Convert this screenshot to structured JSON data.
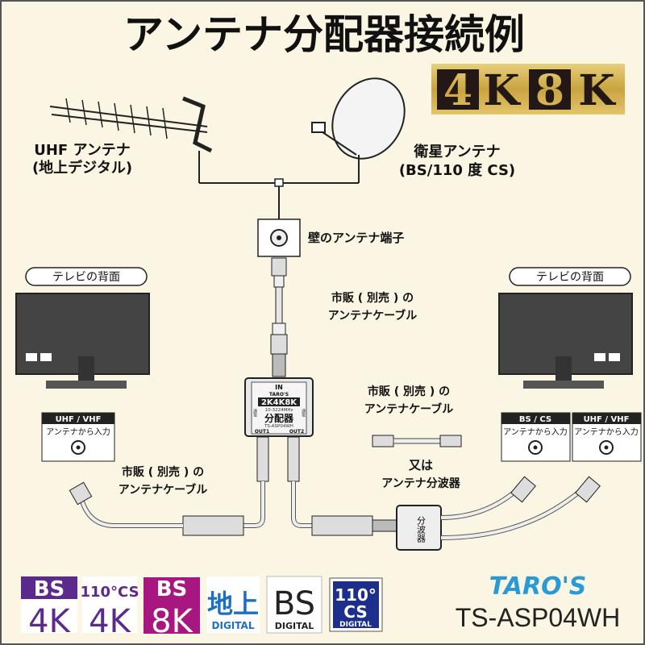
{
  "title": "アンテナ分配器接続例",
  "badge_4k8k": {
    "a": "4",
    "b": "K",
    "c": "8",
    "d": "K"
  },
  "uhf_antenna": {
    "line1": "UHF アンテナ",
    "line2": "(地上デジタル)"
  },
  "sat_antenna": {
    "line1": "衛星アンテナ",
    "line2": "(BS/110 度 CS)"
  },
  "wall_terminal": "壁のアンテナ端子",
  "cable_label_top": {
    "line1": "市販 ( 別売 ) の",
    "line2": "アンテナケーブル"
  },
  "cable_label_left": {
    "line1": "市販 ( 別売 ) の",
    "line2": "アンテナケーブル"
  },
  "cable_label_right": {
    "line1": "市販 ( 別売 ) の",
    "line2": "アンテナケーブル"
  },
  "or_splitter": {
    "line1": "又は",
    "line2": "アンテナ分波器"
  },
  "tv_left": {
    "label": "テレビの背面"
  },
  "tv_right": {
    "label": "テレビの背面"
  },
  "input_boxes": [
    {
      "head": "UHF / VHF",
      "text": "アンテナから入力"
    },
    {
      "head": "BS / CS",
      "text": "アンテナから入力"
    },
    {
      "head": "UHF / VHF",
      "text": "アンテナから入力"
    }
  ],
  "splitter": {
    "in": "IN",
    "brand": "TARO'S",
    "spec": "2K4K8K",
    "freq": "10-3224MHz",
    "name": "分配器",
    "model": "TS-ASP04WH",
    "out1": "OUT1",
    "out2": "OUT2",
    "power_left": "通電",
    "power_right": "通電"
  },
  "diplexer": "分波器",
  "logos": [
    {
      "top": "BS",
      "bottom": "4K",
      "color": "#5b2a8c"
    },
    {
      "top": "110°CS",
      "bottom": "4K",
      "color": "#5b2a8c"
    },
    {
      "top": "BS",
      "bottom": "8K",
      "color": "#a8177f"
    },
    {
      "top": "地上",
      "bottom": "DIGITAL",
      "color": "#1c6fc2"
    },
    {
      "top": "BS",
      "bottom": "DIGITAL",
      "color": "#222222"
    },
    {
      "top": "110°",
      "mid": "CS",
      "bottom": "DIGITAL",
      "color": "#1c2f8c"
    }
  ],
  "brand": {
    "logo": "TARO'S",
    "model": "TS-ASP04WH"
  }
}
